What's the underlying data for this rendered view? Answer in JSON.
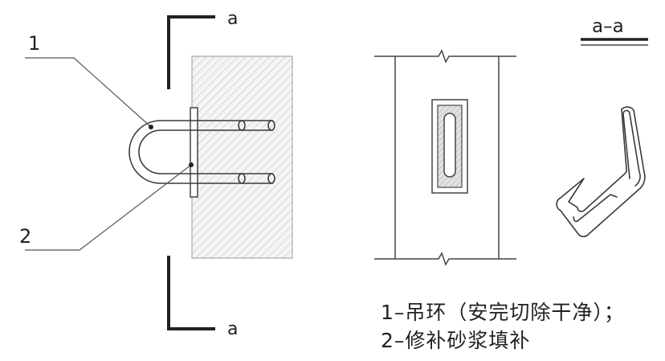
{
  "section_mark": {
    "top_label": "a",
    "bottom_label": "a",
    "section_title": "a–a"
  },
  "callouts": [
    {
      "id": "1",
      "label": "1"
    },
    {
      "id": "2",
      "label": "2"
    }
  ],
  "legend": [
    "1–吊环（安完切除干净）；",
    "2–修补砂浆填补"
  ],
  "colors": {
    "line": "#3a3a3a",
    "concrete_hatch": "#bdbdbd",
    "concrete_fill": "#f3f3f3",
    "mortar_fill": "#d6d6d6"
  }
}
